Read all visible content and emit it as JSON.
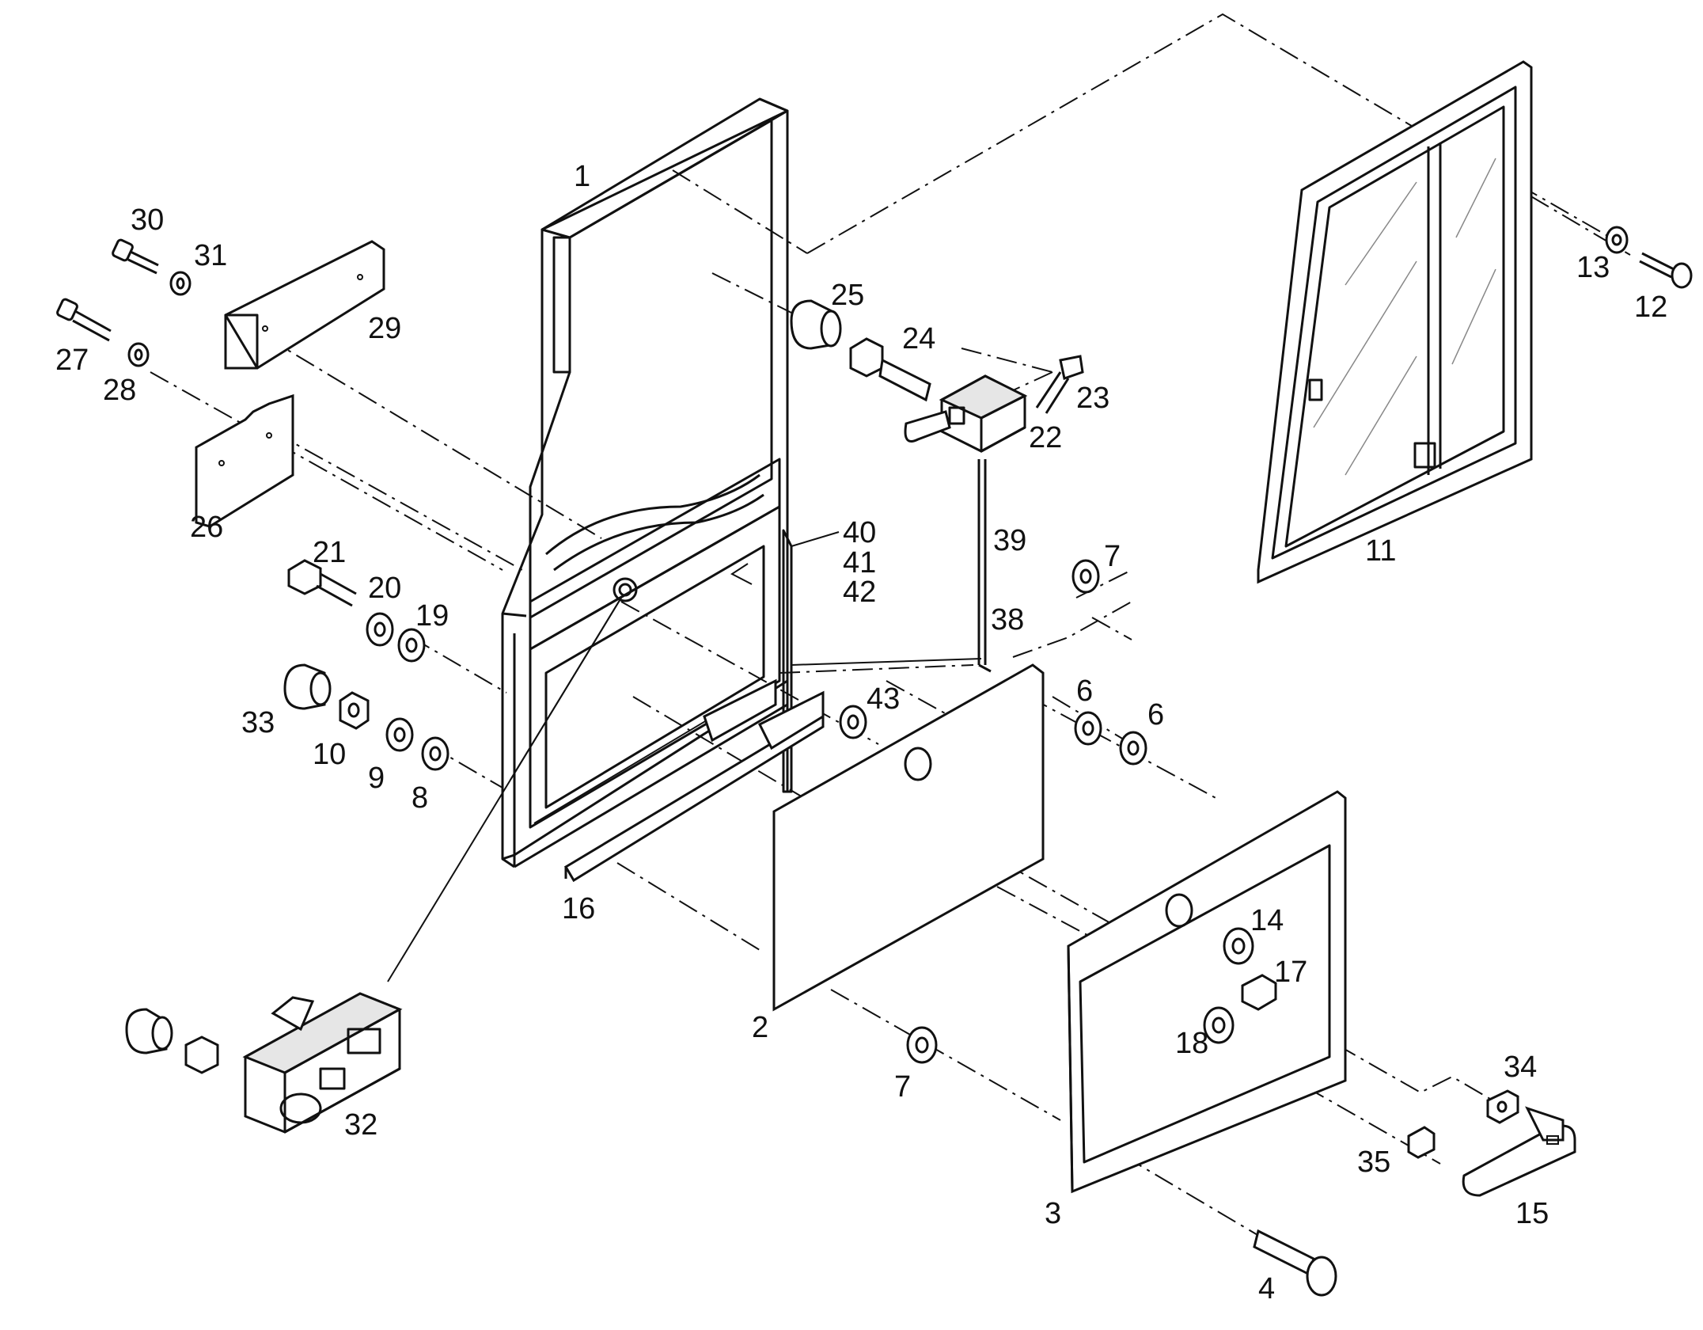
{
  "labels": {
    "p1": "1",
    "p2": "2",
    "p3": "3",
    "p4": "4",
    "p6a": "6",
    "p6b": "6",
    "p7a": "7",
    "p7b": "7",
    "p8": "8",
    "p9": "9",
    "p10": "10",
    "p11": "11",
    "p12": "12",
    "p13": "13",
    "p14": "14",
    "p15": "15",
    "p16": "16",
    "p17": "17",
    "p18": "18",
    "p19": "19",
    "p20": "20",
    "p21": "21",
    "p22": "22",
    "p23": "23",
    "p24": "24",
    "p25": "25",
    "p26": "26",
    "p27": "27",
    "p28": "28",
    "p29": "29",
    "p30": "30",
    "p31": "31",
    "p32": "32",
    "p33": "33",
    "p34": "34",
    "p35": "35",
    "p38": "38",
    "p39": "39",
    "p40": "40",
    "p41": "41",
    "p42": "42",
    "p43": "43"
  }
}
